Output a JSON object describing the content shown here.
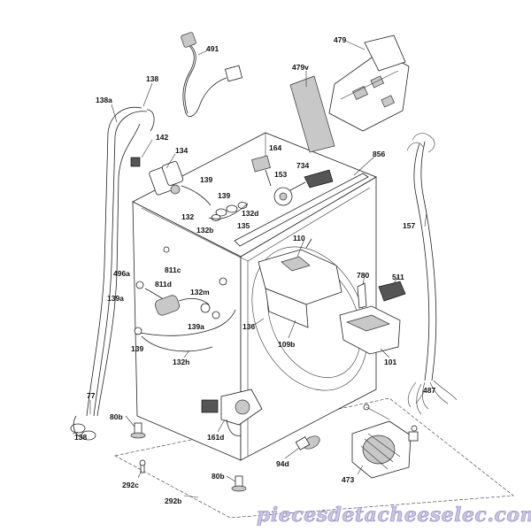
{
  "callouts": {
    "c491": "491",
    "c479": "479",
    "c479v": "479v",
    "c138_top": "138",
    "c138a": "138a",
    "c142": "142",
    "c134": "134",
    "c164": "164",
    "c734": "734",
    "c856": "856",
    "c153": "153",
    "c139_a": "139",
    "c139_b": "139",
    "c132d": "132d",
    "c132": "132",
    "c132b": "132b",
    "c135": "135",
    "c110": "110",
    "c157": "157",
    "c496a": "496a",
    "c811c": "811c",
    "c811d": "811d",
    "c139a_left": "139a",
    "c132m": "132m",
    "c139a_mid": "139a",
    "c139_low": "139",
    "c132h": "132h",
    "c136": "136",
    "c511": "511",
    "c780": "780",
    "c109b": "109b",
    "c101": "101",
    "c77": "77",
    "c487": "487",
    "c80b_left": "80b",
    "c138_bottom": "138",
    "c161d": "161d",
    "c94d": "94d",
    "c473": "473",
    "c292c": "292c",
    "c80b_bottom": "80b",
    "c292b": "292b"
  },
  "watermark": "piecesdetachees​elec.com"
}
